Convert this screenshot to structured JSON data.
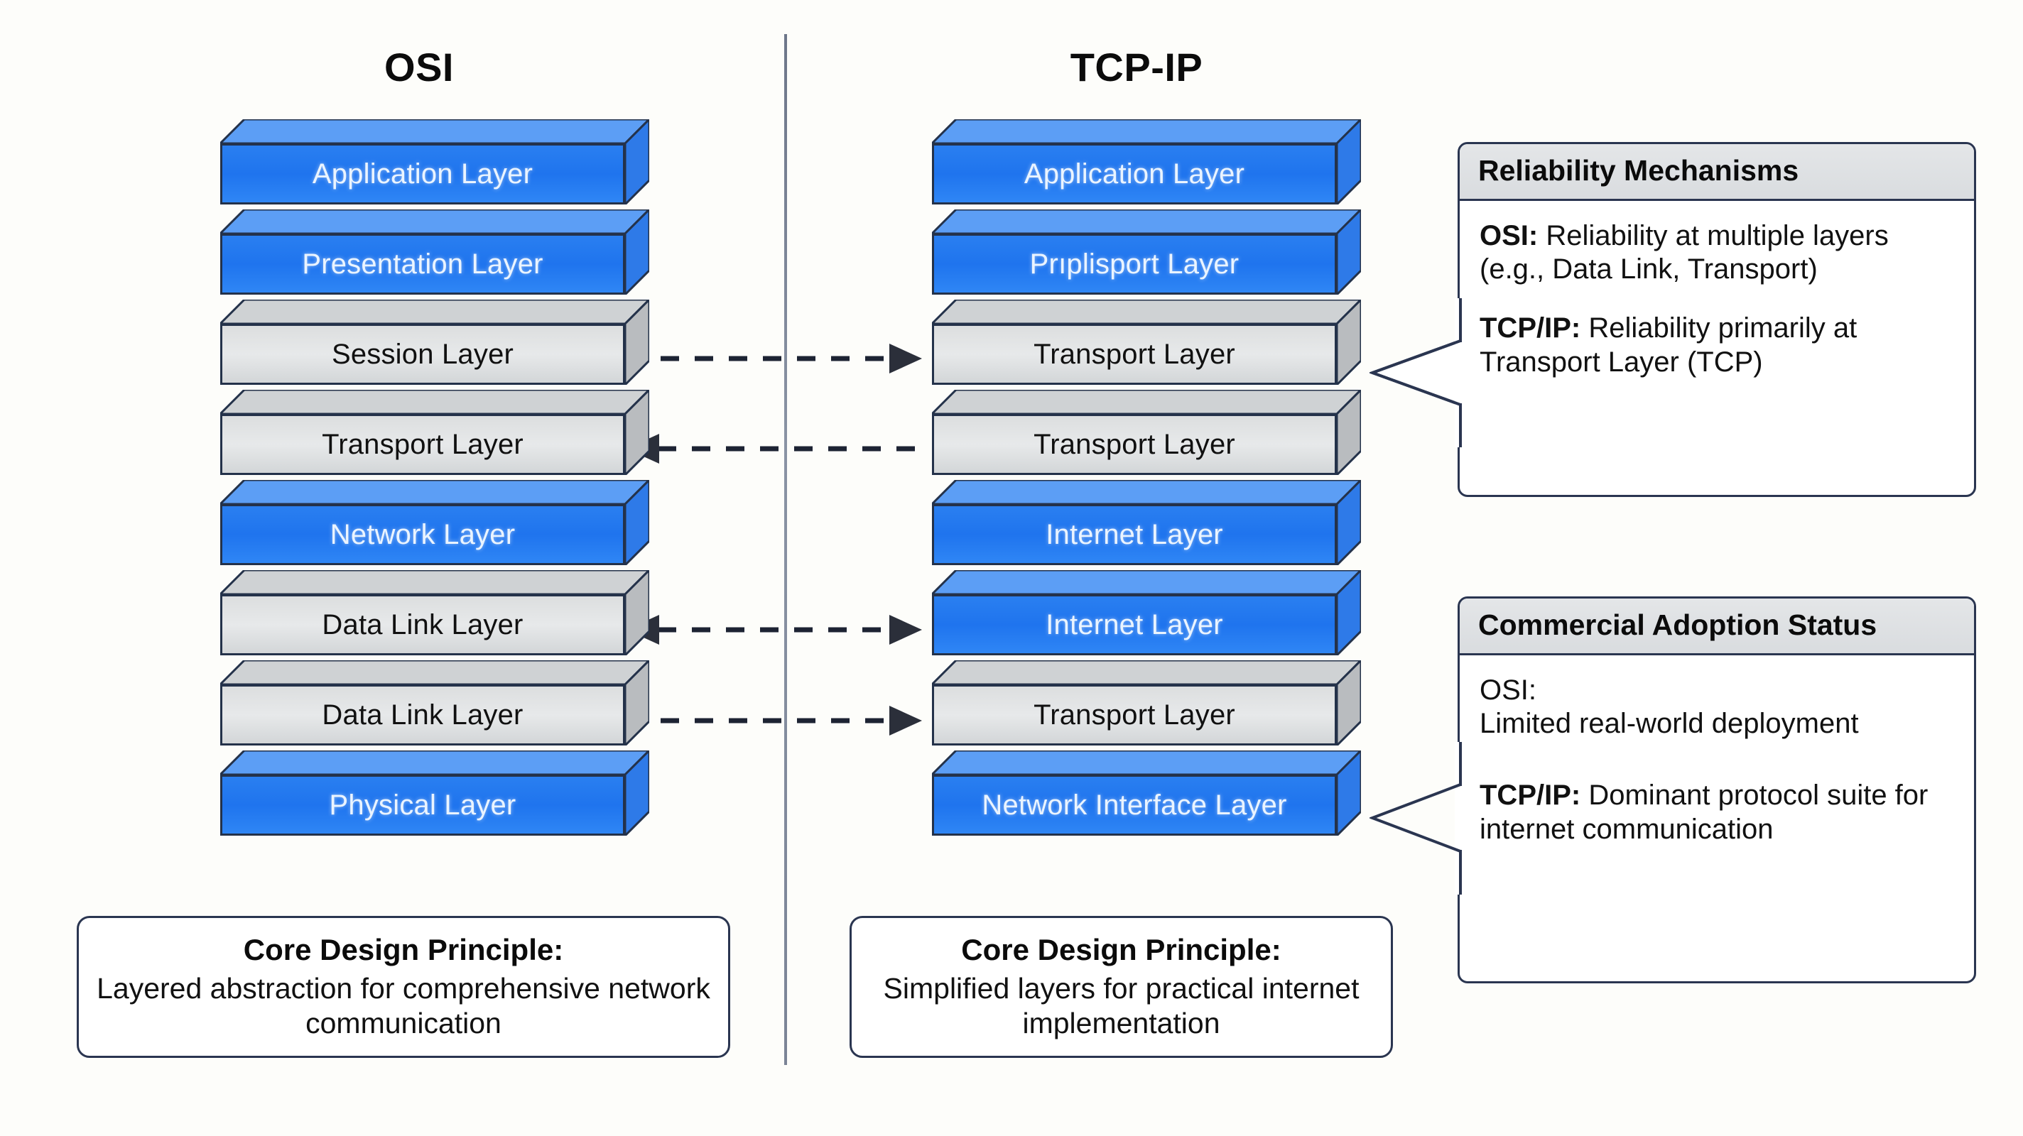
{
  "columns": {
    "osi": {
      "title": "OSI",
      "layers": [
        {
          "label": "Application Layer",
          "style": "blue"
        },
        {
          "label": "Presentation Layer",
          "style": "blue"
        },
        {
          "label": "Session Layer",
          "style": "gray"
        },
        {
          "label": "Transport Layer",
          "style": "gray"
        },
        {
          "label": "Network Layer",
          "style": "blue"
        },
        {
          "label": "Data Link Layer",
          "style": "gray"
        },
        {
          "label": "Data Link Layer",
          "style": "gray"
        },
        {
          "label": "Physical Layer",
          "style": "blue"
        }
      ]
    },
    "tcpip": {
      "title": "TCP-IP",
      "layers": [
        {
          "label": "Application Layer",
          "style": "blue"
        },
        {
          "label": "Prıplisport Layer",
          "style": "blue"
        },
        {
          "label": "Transport Layer",
          "style": "gray"
        },
        {
          "label": "Transport Layer",
          "style": "gray"
        },
        {
          "label": "Internet Layer",
          "style": "blue"
        },
        {
          "label": "Internet Layer",
          "style": "blue"
        },
        {
          "label": "Transport Layer",
          "style": "gray"
        },
        {
          "label": "Network Interface Layer",
          "style": "blue"
        }
      ]
    }
  },
  "connectors": [
    {
      "from": "Session Layer",
      "to": "Transport Layer",
      "direction": "right"
    },
    {
      "from": "Transport Layer",
      "to": "Transport Layer",
      "direction": "left"
    },
    {
      "from": "Data Link Layer",
      "to": "Internet Layer",
      "direction": "both"
    },
    {
      "from": "Data Link Layer",
      "to": "Transport Layer",
      "direction": "right"
    }
  ],
  "callouts": [
    {
      "title": "Reliability Mechanisms",
      "paragraphs": [
        {
          "label": "OSI:",
          "text": " Reliability at multiple layers (e.g., Data Link, Transport)"
        },
        {
          "label": "TCP/IP:",
          "text": " Reliability primarily at Transport Layer (TCP)"
        }
      ]
    },
    {
      "title": "Commercial Adoption Status",
      "paragraphs": [
        {
          "label": "OSI:",
          "text": "\nLimited real-world deployment"
        },
        {
          "label": "TCP/IP:",
          "text": " Dominant protocol suite for internet communication"
        }
      ]
    }
  ],
  "principles": [
    {
      "title": "Core Design Principle:",
      "text": "Layered abstraction for comprehensive network communication"
    },
    {
      "title": "Core Design Principle:",
      "text": "Simplified layers for practical internet implementation"
    }
  ],
  "colors": {
    "background": "#fdfdfa",
    "blue_block": "#2a7ff0",
    "gray_block": "#dcdedf",
    "outline": "#24324a",
    "divider": "#7b8496",
    "callout_header": "#e4e6e8"
  }
}
